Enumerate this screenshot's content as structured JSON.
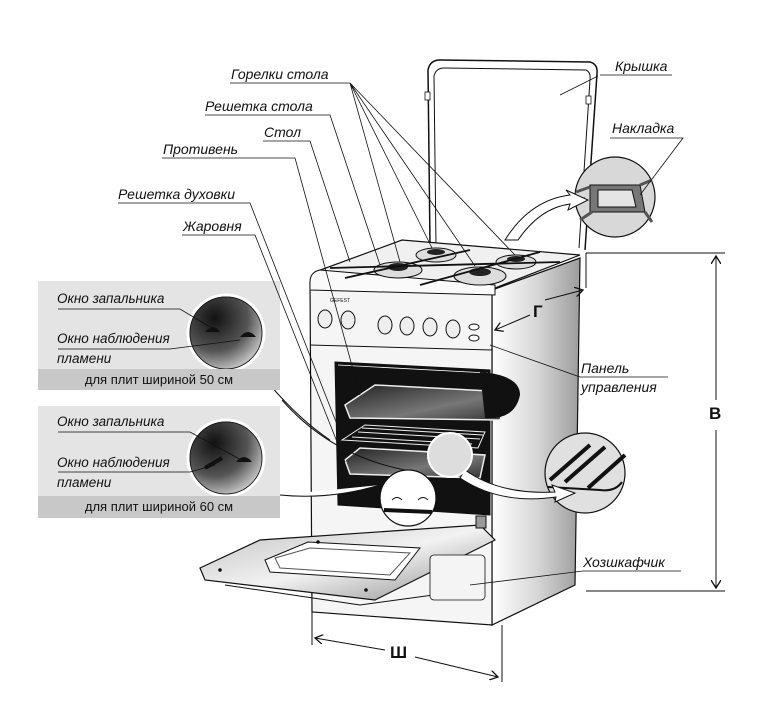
{
  "diagram": {
    "subject": "Gas stove with oven — parts and overall dimensions",
    "labels": {
      "burners": "Горелки стола",
      "table_grate": "Решетка стола",
      "table": "Стол",
      "baking_tray": "Противень",
      "oven_rack": "Решетка духовки",
      "roasting_pan": "Жаровня",
      "lid": "Крышка",
      "cover_plate": "Накладка",
      "control_panel_line1": "Панель",
      "control_panel_line2": "управления",
      "storage_drawer": "Хозшкафчик"
    },
    "insets": [
      {
        "igniter_window": "Окно запальника",
        "flame_window_line1": "Окно наблюдения",
        "flame_window_line2": "пламени",
        "caption": "для плит шириной 50 см"
      },
      {
        "igniter_window": "Окно запальника",
        "flame_window_line1": "Окно наблюдения",
        "flame_window_line2": "пламени",
        "caption": "для плит шириной 60 см"
      }
    ],
    "dimensions": {
      "depth": "Г",
      "height": "В",
      "width": "Ш"
    },
    "brand_mark": "GEFEST"
  }
}
